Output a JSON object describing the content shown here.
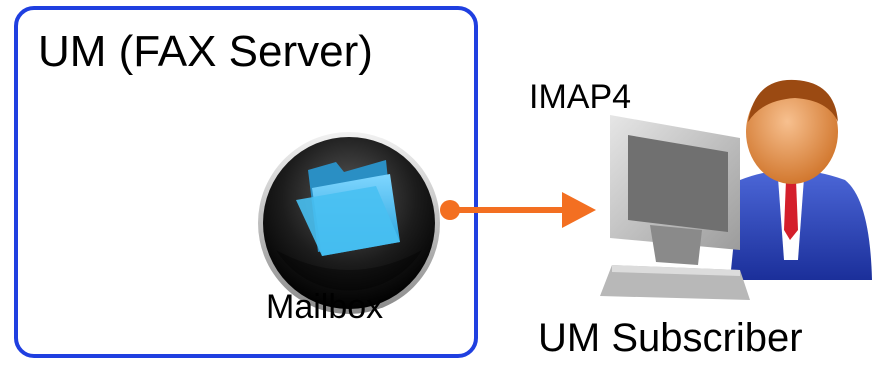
{
  "server": {
    "title": "UM (FAX Server)",
    "border_color": "#1f3fe0"
  },
  "mailbox": {
    "label": "Mailbox",
    "icon": "folder-icon",
    "folder_color": "#39b6f0"
  },
  "connection": {
    "protocol": "IMAP4",
    "arrow_color": "#f36f21"
  },
  "subscriber": {
    "label": "UM Subscriber",
    "icon": "user-at-computer-icon"
  }
}
